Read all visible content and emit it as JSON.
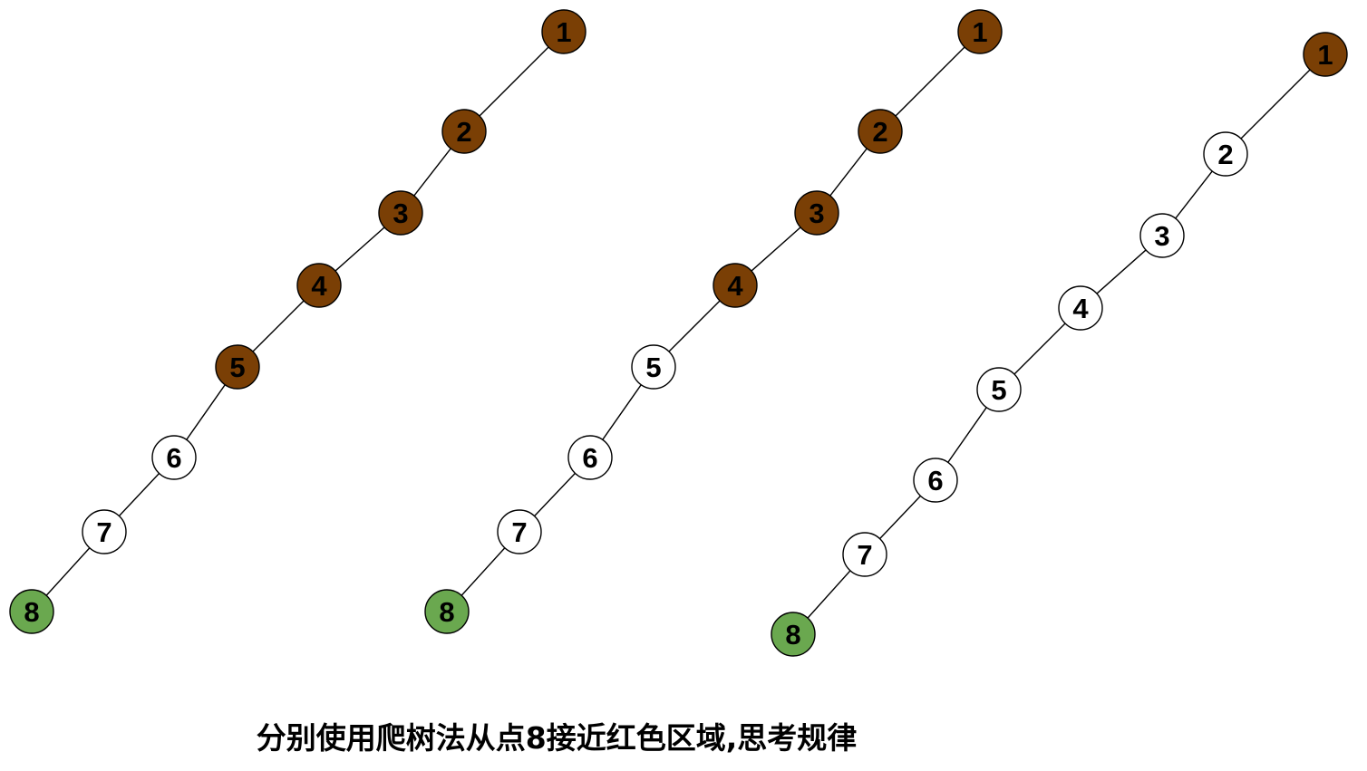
{
  "colors": {
    "marked": "#7a3f05",
    "target": "#6aa84f",
    "plain": "#ffffff",
    "stroke": "#000000",
    "edge": "#000000"
  },
  "trees": [
    {
      "nodes": [
        {
          "label": "1",
          "state": "marked"
        },
        {
          "label": "2",
          "state": "marked"
        },
        {
          "label": "3",
          "state": "marked"
        },
        {
          "label": "4",
          "state": "marked"
        },
        {
          "label": "5",
          "state": "marked"
        },
        {
          "label": "6",
          "state": "plain"
        },
        {
          "label": "7",
          "state": "plain"
        },
        {
          "label": "8",
          "state": "target"
        }
      ]
    },
    {
      "nodes": [
        {
          "label": "1",
          "state": "marked"
        },
        {
          "label": "2",
          "state": "marked"
        },
        {
          "label": "3",
          "state": "marked"
        },
        {
          "label": "4",
          "state": "marked"
        },
        {
          "label": "5",
          "state": "plain"
        },
        {
          "label": "6",
          "state": "plain"
        },
        {
          "label": "7",
          "state": "plain"
        },
        {
          "label": "8",
          "state": "target"
        }
      ]
    },
    {
      "nodes": [
        {
          "label": "1",
          "state": "marked"
        },
        {
          "label": "2",
          "state": "plain"
        },
        {
          "label": "3",
          "state": "plain"
        },
        {
          "label": "4",
          "state": "plain"
        },
        {
          "label": "5",
          "state": "plain"
        },
        {
          "label": "6",
          "state": "plain"
        },
        {
          "label": "7",
          "state": "plain"
        },
        {
          "label": "8",
          "state": "target"
        }
      ]
    }
  ],
  "caption": "分别使用爬树法从点8接近红色区域,思考规律"
}
